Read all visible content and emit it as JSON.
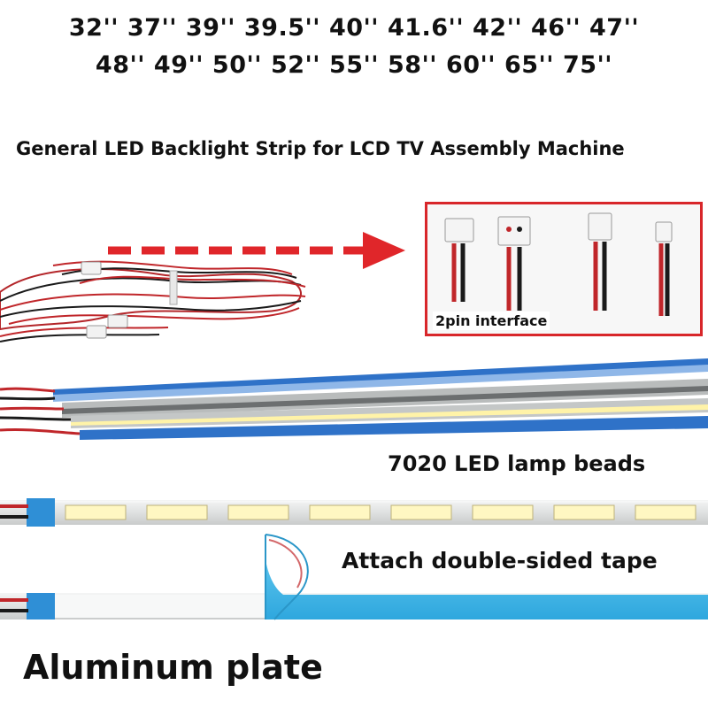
{
  "header": {
    "sizes_line_1": "32'' 37'' 39'' 39.5'' 40'' 41.6'' 42'' 46'' 47''",
    "sizes_line_2": "48'' 49'' 50'' 52'' 55'' 58'' 60'' 65'' 75''",
    "title": "General LED Backlight Strip for LCD TV Assembly Machine"
  },
  "inset": {
    "label": "2pin interface",
    "border_color": "#d8262a"
  },
  "labels": {
    "beads": "7020 LED lamp beads",
    "tape": "Attach double-sided tape",
    "plate": "Aluminum plate"
  },
  "colors": {
    "arrow": "#e0262a",
    "wire_red": "#c0262a",
    "wire_black": "#1a1a1a",
    "tape_blue": "#3fb6e8",
    "strip_blue": "#2f72c8",
    "led_yellow": "#fff3a8",
    "aluminum": "#e9eaea"
  }
}
